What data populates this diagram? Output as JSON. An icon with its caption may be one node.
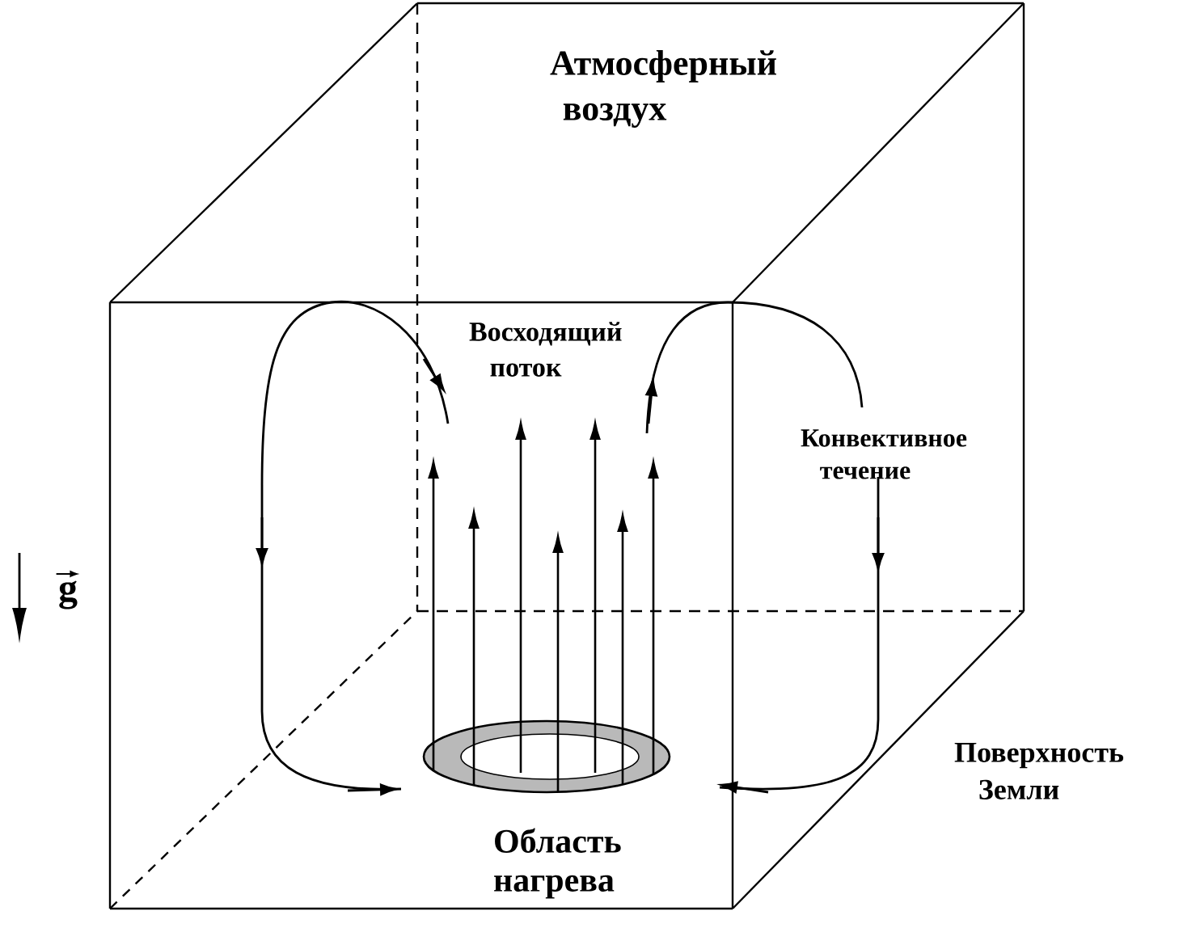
{
  "diagram": {
    "nodes": [
      {
        "text": [],
        "shape": "ring",
        "beside": [
          "Область нагрева"
        ]
      }
    ],
    "labels": [
      "Атмосферный воздух",
      "Восходящий поток",
      "Конвективное течение",
      "g",
      "Поверхность Земли"
    ]
  }
}
